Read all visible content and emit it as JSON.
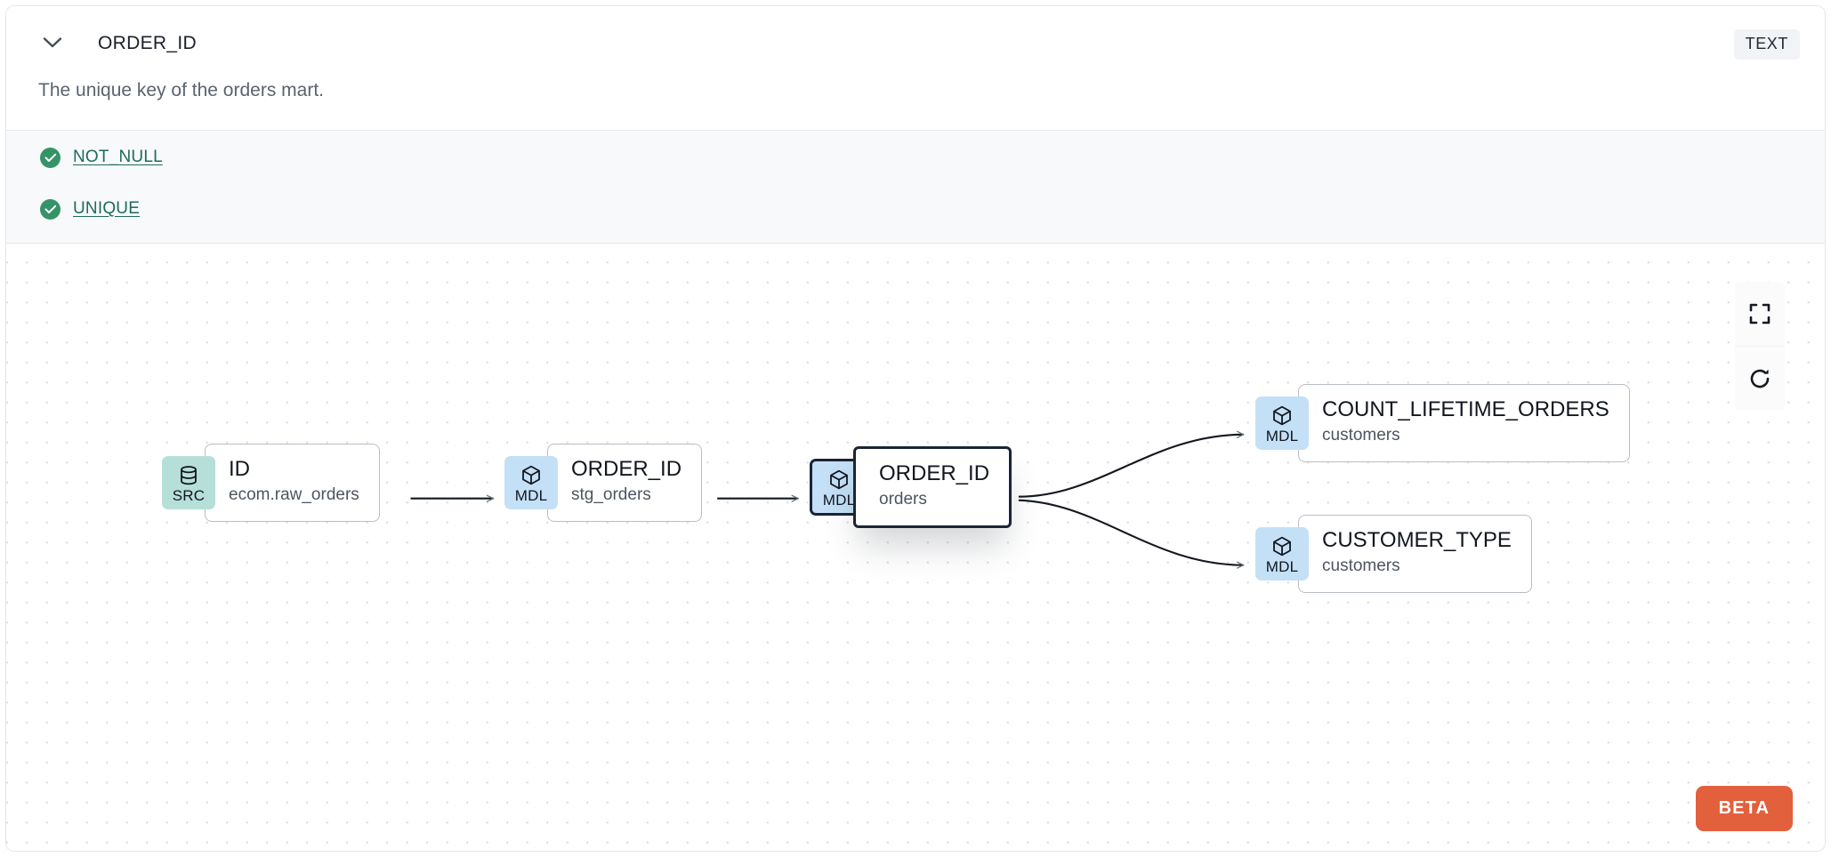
{
  "header": {
    "collapse_icon": "chevron-down-icon",
    "column_name": "ORDER_ID",
    "data_type_badge": "TEXT",
    "description": "The unique key of the orders mart."
  },
  "tests": {
    "items": [
      {
        "status_icon": "check-circle-icon",
        "label": "NOT_NULL",
        "status_color": "#359368"
      },
      {
        "status_icon": "check-circle-icon",
        "label": "UNIQUE",
        "status_color": "#359368"
      }
    ]
  },
  "lineage": {
    "nodes": [
      {
        "id": "src",
        "badge": "SRC",
        "badge_icon": "database-icon",
        "badge_color": "#b6dfd9",
        "name": "ID",
        "sub": "ecom.raw_orders",
        "selected": false
      },
      {
        "id": "stg",
        "badge": "MDL",
        "badge_icon": "cube-icon",
        "badge_color": "#c4e0f6",
        "name": "ORDER_ID",
        "sub": "stg_orders",
        "selected": false
      },
      {
        "id": "orders",
        "badge": "MDL",
        "badge_icon": "cube-icon",
        "badge_color": "#c4e0f6",
        "name": "ORDER_ID",
        "sub": "orders",
        "selected": true
      },
      {
        "id": "count",
        "badge": "MDL",
        "badge_icon": "cube-icon",
        "badge_color": "#c4e0f6",
        "name": "COUNT_LIFETIME_ORDERS",
        "sub": "customers",
        "selected": false
      },
      {
        "id": "custtype",
        "badge": "MDL",
        "badge_icon": "cube-icon",
        "badge_color": "#c4e0f6",
        "name": "CUSTOMER_TYPE",
        "sub": "customers",
        "selected": false
      }
    ],
    "edges": [
      {
        "from": "src",
        "to": "stg"
      },
      {
        "from": "stg",
        "to": "orders"
      },
      {
        "from": "orders",
        "to": "count"
      },
      {
        "from": "orders",
        "to": "custtype"
      }
    ],
    "controls": [
      {
        "name": "fit-view-button",
        "icon": "maximize-icon"
      },
      {
        "name": "reset-button",
        "icon": "refresh-icon"
      }
    ],
    "beta_badge": "BETA",
    "beta_color": "#e2603c"
  }
}
